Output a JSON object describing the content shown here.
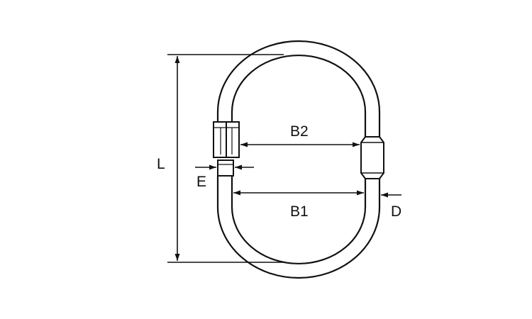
{
  "diagram": {
    "labels": {
      "length": "L",
      "inner_width_top": "B2",
      "inner_width_bottom": "B1",
      "gate_diameter": "E",
      "wire_diameter": "D"
    },
    "colors": {
      "stroke": "#111111",
      "background": "#ffffff"
    }
  }
}
